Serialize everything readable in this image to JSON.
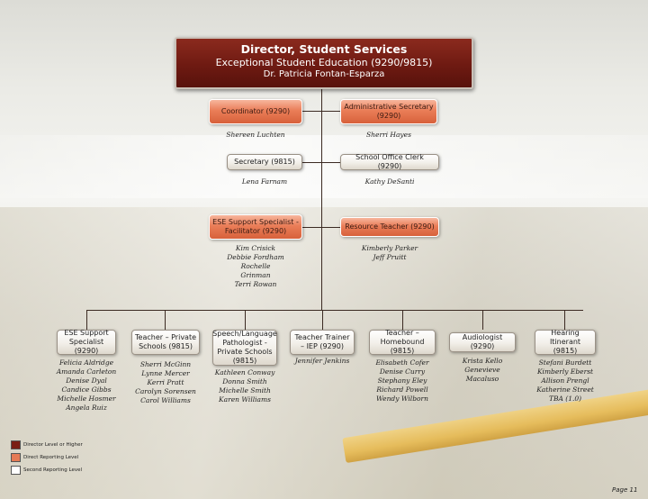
{
  "director": {
    "title": "Director, Student Services",
    "dept": "Exceptional Student Education (9290/9815)",
    "name": "Dr. Patricia Fontan-Esparza"
  },
  "coordinator": {
    "label": "Coordinator (9290)",
    "name": "Shereen Luchten"
  },
  "admin_secretary": {
    "label": "Administrative Secretary (9290)",
    "name": "Sherri Hayes"
  },
  "secretary": {
    "label": "Secretary (9815)",
    "name": "Lena Farnam"
  },
  "office_clerk": {
    "label": "School Office Clerk (9290)",
    "name": "Kathy DeSanti"
  },
  "ese_facilitator": {
    "label": "ESE Support Specialist - Facilitator (9290)",
    "names": [
      "Kim Crisick",
      "Debbie Fordham",
      "Rochelle",
      "Grinman",
      "Terri Rowan"
    ]
  },
  "resource_teacher": {
    "label": "Resource Teacher (9290)",
    "names": [
      "Kimberly Parker",
      "Jeff Pruitt"
    ]
  },
  "bottom_row": [
    {
      "label": "ESE Support Specialist (9290)",
      "names": [
        "Felicia Aldridge",
        "Amanda Carleton",
        "Denise Dyal",
        "Candice Gibbs",
        "Michelle Hosmer",
        "Angela Ruiz"
      ]
    },
    {
      "label": "Teacher – Private Schools (9815)",
      "names": [
        "Sherri McGinn",
        "Lynne Mercer",
        "Kerri Pratt",
        "Carolyn Sorensen",
        "Carol Williams"
      ]
    },
    {
      "label": "Speech/Language Pathologist - Private Schools (9815)",
      "names": [
        "Kathleen Conway",
        "Donna Smith",
        "Michelle Smith",
        "Karen Williams"
      ]
    },
    {
      "label": "Teacher Trainer – IEP (9290)",
      "names": [
        "Jennifer Jenkins"
      ]
    },
    {
      "label": "Teacher – Homebound (9815)",
      "names": [
        "Elisabeth Cofer",
        "Denise Curry",
        "Stephany Eley",
        "Richard Powell",
        "Wendy Wilborn"
      ]
    },
    {
      "label": "Audiologist (9290)",
      "names": [
        "Krista Kello",
        "Genevieve",
        "Macaluso"
      ]
    },
    {
      "label": "Hearing Itinerant (9815)",
      "names": [
        "Stefani Burdett",
        "Kimberly Eberst",
        "Allison Prengl",
        "Katherine Street",
        "TBA (1.0)"
      ]
    }
  ],
  "legend": [
    {
      "label": "Director Level or Higher",
      "color": "#7a1e15"
    },
    {
      "label": "Direct Reporting Level",
      "color": "#e57a55"
    },
    {
      "label": "Second Reporting Level",
      "color": "#ffffff"
    }
  ],
  "page_number": "Page 11"
}
